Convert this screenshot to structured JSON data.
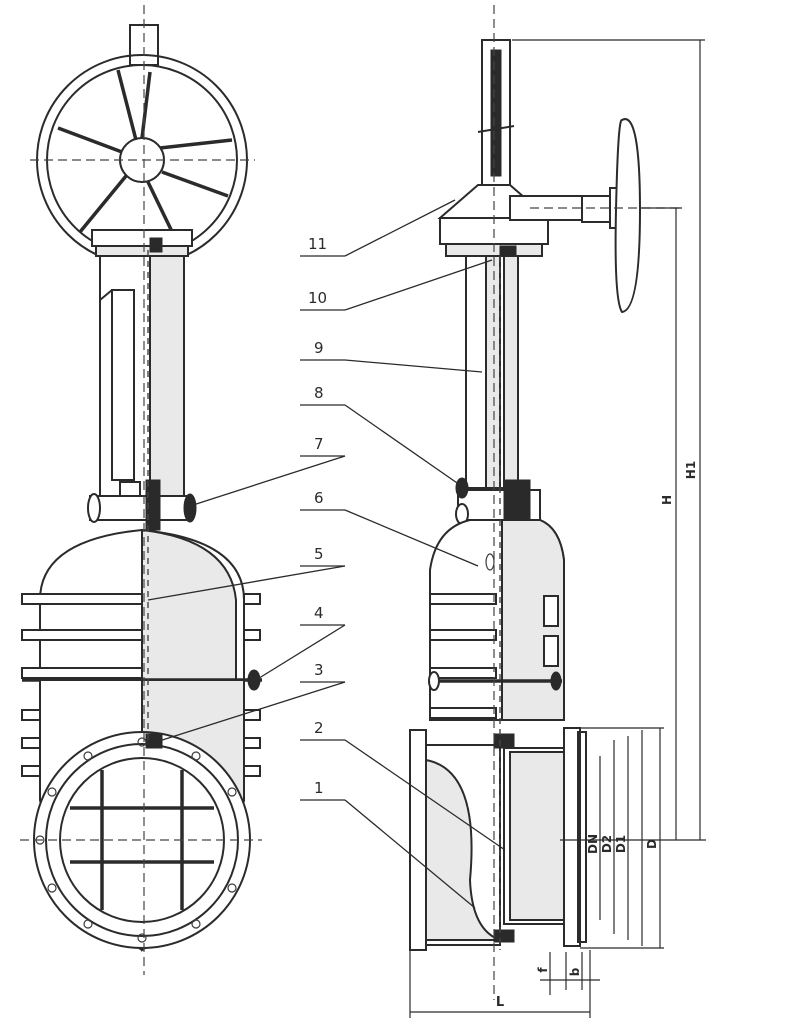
{
  "callouts": [
    {
      "number": "11"
    },
    {
      "number": "10"
    },
    {
      "number": "9"
    },
    {
      "number": "8"
    },
    {
      "number": "7"
    },
    {
      "number": "6"
    },
    {
      "number": "5"
    },
    {
      "number": "4"
    },
    {
      "number": "3"
    },
    {
      "number": "2"
    },
    {
      "number": "1"
    }
  ],
  "dimensions": {
    "h1": "H1",
    "h": "H",
    "dn": "DN",
    "d2": "D2",
    "d1": "D1",
    "d": "D",
    "f": "f",
    "b": "b",
    "l": "L"
  }
}
